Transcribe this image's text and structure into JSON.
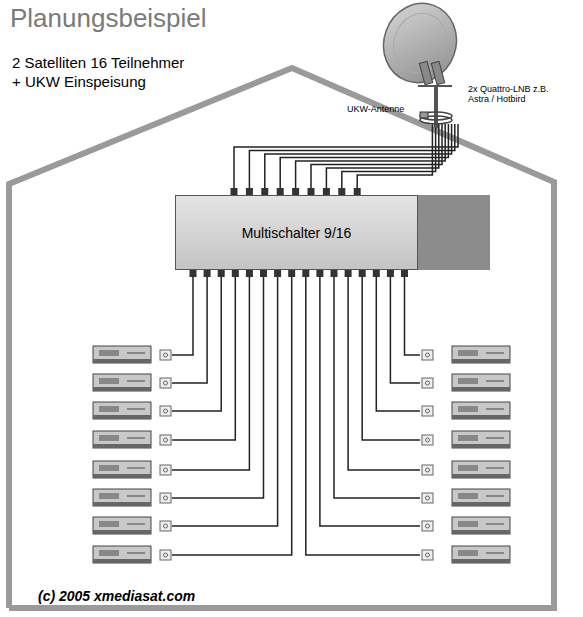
{
  "diagram": {
    "title": "Planungsbeispiel",
    "nodes": [
      {
        "text": [
          "Multischalter 9/16"
        ]
      }
    ],
    "labels": [
      "2 Satelliten 16 Teilnehmer",
      "+ UKW Einspeisung",
      "UKW-Antenne",
      "2x Quattro-LNB z.B. Astra / Hotbird",
      "(c) 2005 xmediasat.com"
    ]
  }
}
